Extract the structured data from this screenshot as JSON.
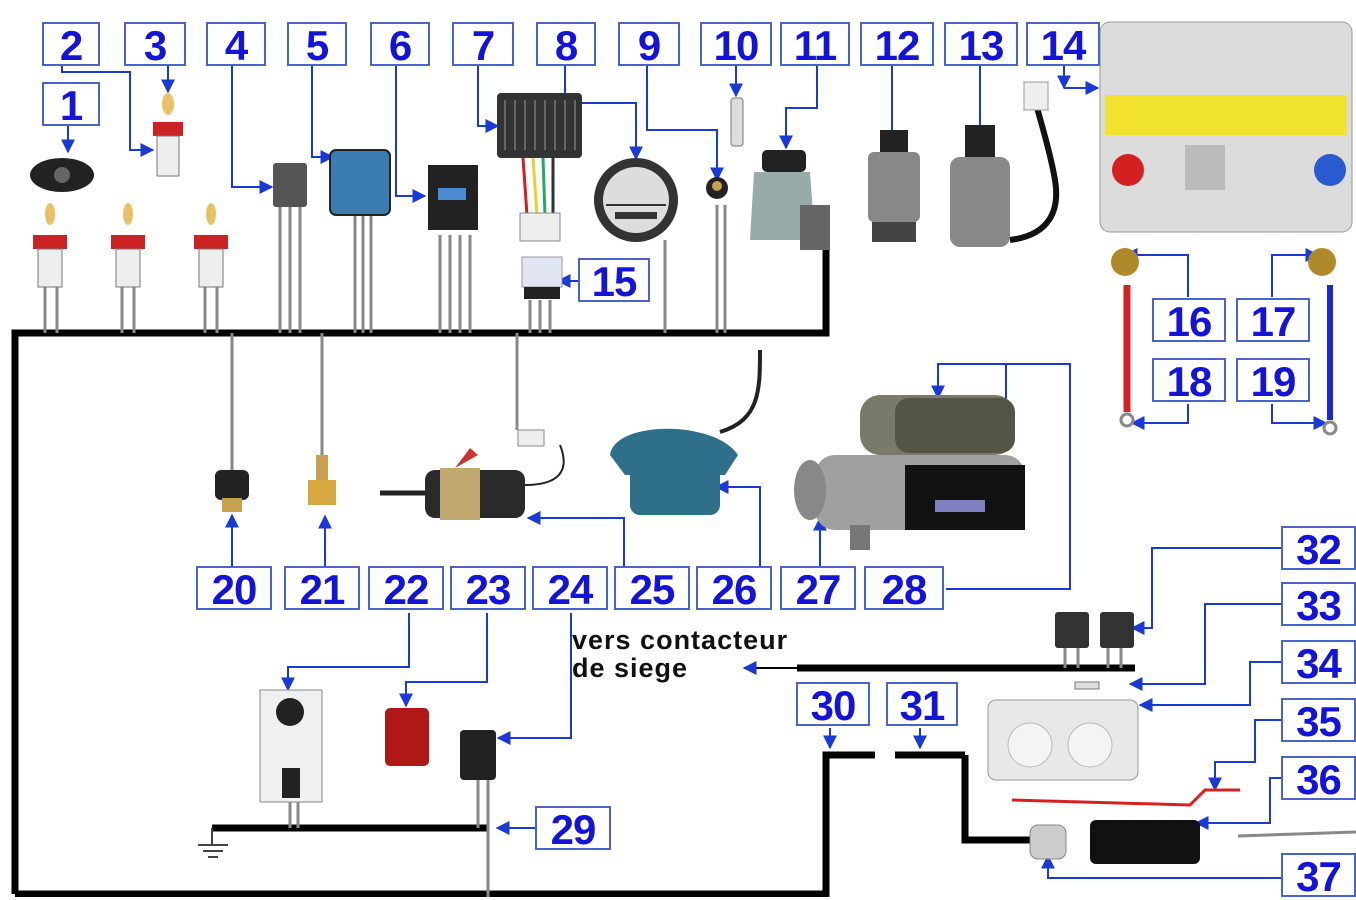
{
  "diagram": {
    "labels": [
      "1",
      "2",
      "3",
      "4",
      "5",
      "6",
      "7",
      "8",
      "9",
      "10",
      "11",
      "12",
      "13",
      "14",
      "15",
      "16",
      "17",
      "18",
      "19",
      "20",
      "21",
      "22",
      "23",
      "24",
      "25",
      "26",
      "27",
      "28",
      "29",
      "30",
      "31",
      "32",
      "33",
      "34",
      "35",
      "36",
      "37"
    ],
    "note_line1": "vers contacteur",
    "note_line2": "de siege"
  },
  "colors": {
    "label_text": "#1414d8",
    "label_border": "#4a63c9",
    "wire_main": "#000000",
    "wire_thin": "#1a3ad6",
    "battery_positive": "#d42020",
    "battery_negative": "#1a2ad0",
    "battery_band": "#f2e230"
  }
}
